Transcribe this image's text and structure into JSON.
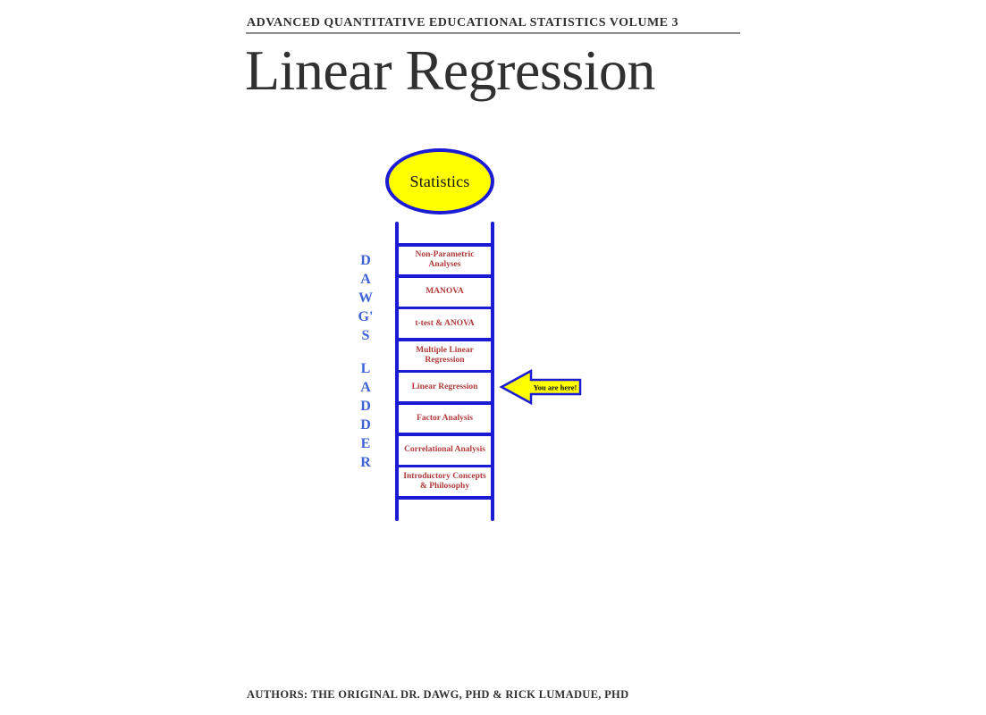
{
  "page": {
    "header": "ADVANCED QUANTITATIVE EDUCATIONAL STATISTICS VOLUME 3",
    "title": "Linear Regression",
    "footer": "AUTHORS: THE ORIGINAL DR. DAWG, PHD & RICK LUMADUE, PHD"
  },
  "diagram": {
    "top_node": "Statistics",
    "ladder_title": {
      "word1": [
        "D",
        "A",
        "W",
        "G'",
        "S"
      ],
      "word2": [
        "L",
        "A",
        "D",
        "D",
        "E",
        "R"
      ]
    },
    "rungs": [
      {
        "label": "Non-Parametric Analyses",
        "lines": [
          "Non-Parametric",
          "Analyses"
        ],
        "current": false
      },
      {
        "label": "MANOVA",
        "lines": [
          "MANOVA"
        ],
        "current": false
      },
      {
        "label": "t-test & ANOVA",
        "lines": [
          "t-test & ANOVA"
        ],
        "current": false
      },
      {
        "label": "Multiple Linear Regression",
        "lines": [
          "Multiple Linear",
          "Regression"
        ],
        "current": false
      },
      {
        "label": "Linear Regression",
        "lines": [
          "Linear Regression"
        ],
        "current": true
      },
      {
        "label": "Factor Analysis",
        "lines": [
          "Factor Analysis"
        ],
        "current": false
      },
      {
        "label": "Correlational Analysis",
        "lines": [
          "Correlational Analysis"
        ],
        "current": false
      },
      {
        "label": "Introductory Concepts & Philosophy",
        "lines": [
          "Introductory Concepts",
          "& Philosophy"
        ],
        "current": false
      }
    ],
    "marker_label": "You are here!",
    "colors": {
      "ladder_blue": "#1b1bd6",
      "letter_blue": "#3e62d6",
      "label_red": "#b13b3b",
      "highlight_yellow": "#ffff00",
      "rule_gray": "#8e8e8e",
      "text_dark": "#303030"
    }
  }
}
